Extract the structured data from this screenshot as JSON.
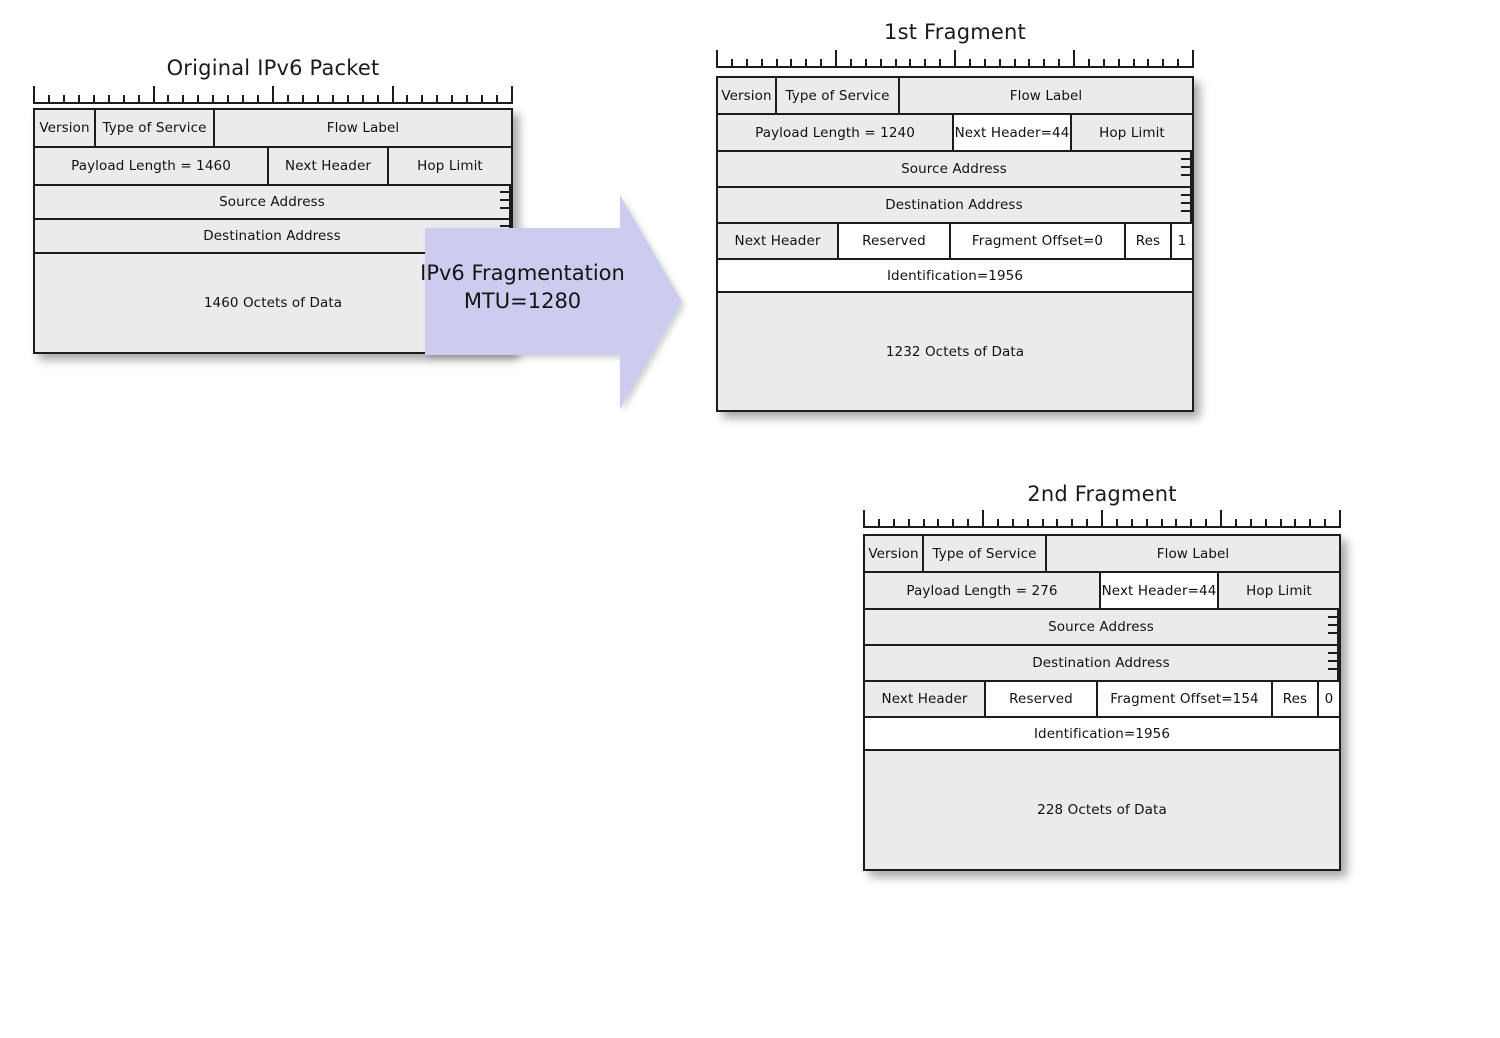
{
  "diagram": {
    "title_semantic": "IPv6 fragmentation of a 1460-octet packet into two fragments",
    "arrow": {
      "line1": "IPv6 Fragmentation",
      "line2": "MTU=1280",
      "fill_color": "#ccccee"
    },
    "palette": {
      "field_fill": "#ebebeb",
      "modified_field_fill": "#ffffff",
      "stroke": "#1c1c1c",
      "text": "#111111"
    },
    "ruler": {
      "ticks": 33,
      "major_every": 8
    }
  },
  "packets": [
    {
      "id": "original",
      "title": "Original IPv6 Packet",
      "rows": [
        {
          "name": "row-version",
          "cells": [
            {
              "label": "Version",
              "modified": false
            },
            {
              "label": "Type of Service",
              "modified": false
            },
            {
              "label": "Flow Label",
              "modified": false
            }
          ]
        },
        {
          "name": "row-payload",
          "cells": [
            {
              "label": "Payload Length = 1460",
              "modified": false
            },
            {
              "label": "Next Header",
              "modified": false
            },
            {
              "label": "Hop Limit",
              "modified": false
            }
          ]
        },
        {
          "name": "row-source-address",
          "cells": [
            {
              "label": "Source Address",
              "modified": false
            }
          ]
        },
        {
          "name": "row-destination-address",
          "cells": [
            {
              "label": "Destination Address",
              "modified": false
            }
          ]
        },
        {
          "name": "row-data",
          "cells": [
            {
              "label": "1460 Octets of Data",
              "modified": false
            }
          ]
        }
      ]
    },
    {
      "id": "fragment-1",
      "title": "1st Fragment",
      "rows": [
        {
          "name": "row-version",
          "cells": [
            {
              "label": "Version",
              "modified": false
            },
            {
              "label": "Type of Service",
              "modified": false
            },
            {
              "label": "Flow Label",
              "modified": false
            }
          ]
        },
        {
          "name": "row-payload",
          "cells": [
            {
              "label": "Payload Length = 1240",
              "modified": false
            },
            {
              "label": "Next Header=44",
              "modified": true
            },
            {
              "label": "Hop Limit",
              "modified": false
            }
          ]
        },
        {
          "name": "row-source-address",
          "cells": [
            {
              "label": "Source Address",
              "modified": false
            }
          ]
        },
        {
          "name": "row-destination-address",
          "cells": [
            {
              "label": "Destination Address",
              "modified": false
            }
          ]
        },
        {
          "name": "row-fragment-header",
          "cells": [
            {
              "label": "Next Header",
              "modified": false
            },
            {
              "label": "Reserved",
              "modified": true
            },
            {
              "label": "Fragment Offset=0",
              "modified": true
            },
            {
              "label": "Res",
              "modified": true
            },
            {
              "label": "1",
              "modified": true
            }
          ]
        },
        {
          "name": "row-identification",
          "cells": [
            {
              "label": "Identification=1956",
              "modified": true
            }
          ]
        },
        {
          "name": "row-data",
          "cells": [
            {
              "label": "1232 Octets of Data",
              "modified": false
            }
          ]
        }
      ]
    },
    {
      "id": "fragment-2",
      "title": "2nd Fragment",
      "rows": [
        {
          "name": "row-version",
          "cells": [
            {
              "label": "Version",
              "modified": false
            },
            {
              "label": "Type of Service",
              "modified": false
            },
            {
              "label": "Flow Label",
              "modified": false
            }
          ]
        },
        {
          "name": "row-payload",
          "cells": [
            {
              "label": "Payload Length = 276",
              "modified": false
            },
            {
              "label": "Next Header=44",
              "modified": true
            },
            {
              "label": "Hop Limit",
              "modified": false
            }
          ]
        },
        {
          "name": "row-source-address",
          "cells": [
            {
              "label": "Source Address",
              "modified": false
            }
          ]
        },
        {
          "name": "row-destination-address",
          "cells": [
            {
              "label": "Destination Address",
              "modified": false
            }
          ]
        },
        {
          "name": "row-fragment-header",
          "cells": [
            {
              "label": "Next Header",
              "modified": false
            },
            {
              "label": "Reserved",
              "modified": true
            },
            {
              "label": "Fragment Offset=154",
              "modified": true
            },
            {
              "label": "Res",
              "modified": true
            },
            {
              "label": "0",
              "modified": true
            }
          ]
        },
        {
          "name": "row-identification",
          "cells": [
            {
              "label": "Identification=1956",
              "modified": true
            }
          ]
        },
        {
          "name": "row-data",
          "cells": [
            {
              "label": "228 Octets of Data",
              "modified": false
            }
          ]
        }
      ]
    }
  ]
}
